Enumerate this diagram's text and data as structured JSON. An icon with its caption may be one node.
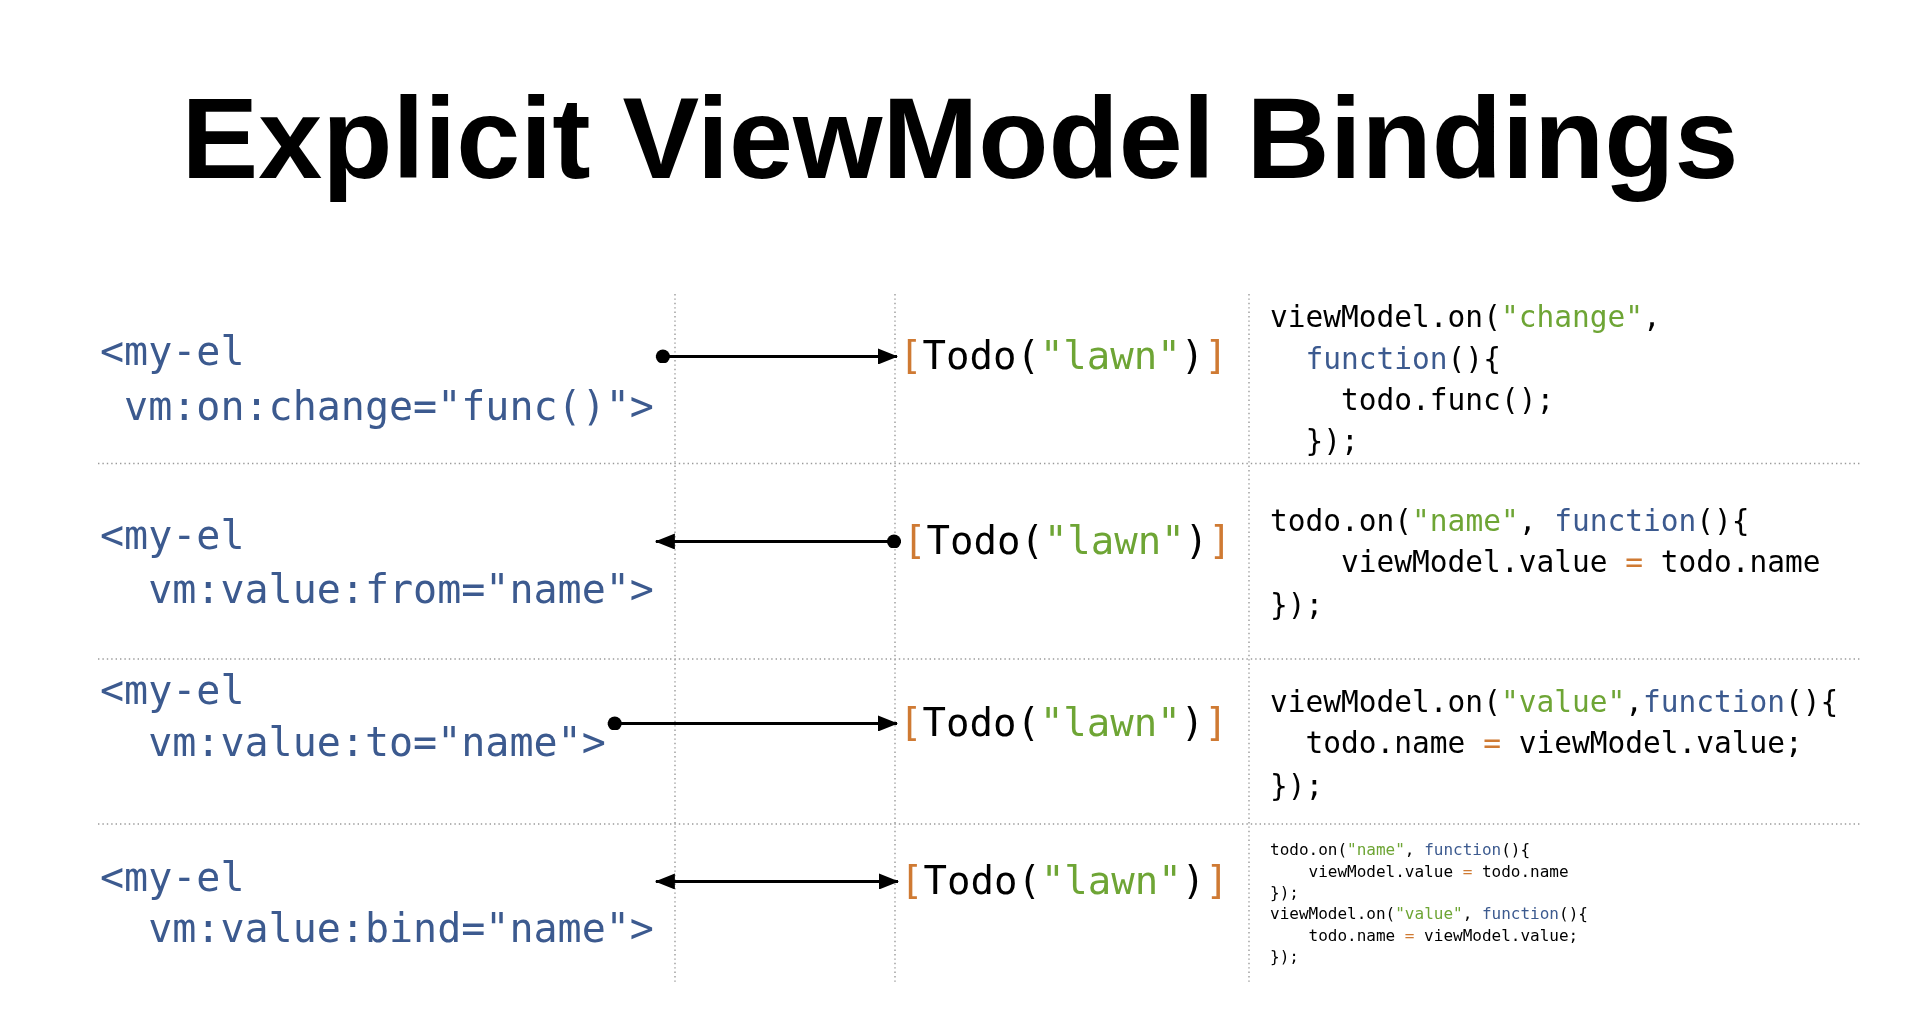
{
  "diagram": {
    "title": "Explicit ViewModel Bindings",
    "nodes": [
      {
        "text": [
          "<my-el vm:on:change=\"func()\">"
        ]
      },
      {
        "text": [
          "[Todo(\"lawn\")]"
        ]
      },
      {
        "text": [
          "<my-el vm:value:from=\"name\">"
        ]
      },
      {
        "text": [
          "[Todo(\"lawn\")]"
        ]
      },
      {
        "text": [
          "<my-el vm:value:to=\"name\">"
        ]
      },
      {
        "text": [
          "[Todo(\"lawn\")]"
        ]
      },
      {
        "text": [
          "<my-el vm:value:bind=\"name\">"
        ]
      },
      {
        "text": [
          "[Todo(\"lawn\")]"
        ]
      }
    ],
    "edges": [
      {
        "from": 0,
        "to": 1,
        "arrow": "to"
      },
      {
        "from": 3,
        "to": 2,
        "arrow": "to"
      },
      {
        "from": 4,
        "to": 5,
        "arrow": "to"
      },
      {
        "from": 6,
        "to": 7,
        "arrow": "both"
      }
    ],
    "labels": [
      "viewModel.on(\"change\",",
      "function(){",
      "todo.func();",
      "});",
      "todo.on(\"name\", function(){",
      "viewModel.value = todo.name",
      "});",
      "viewModel.on(\"value\",function(){",
      "todo.name = viewModel.value;",
      "});",
      "todo.on(\"name\", function(){",
      "viewModel.value = todo.name",
      "});",
      "viewModel.on(\"value\", function(){",
      "todo.name = viewModel.value;",
      "});"
    ]
  }
}
